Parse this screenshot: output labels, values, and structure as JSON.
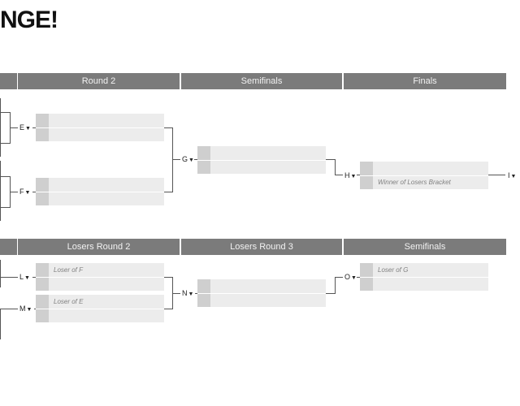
{
  "title": "NGE!",
  "winners_headers": [
    "Round 2",
    "Semifinals",
    "Finals"
  ],
  "losers_headers": [
    "Losers Round 2",
    "Losers Round 3",
    "Semifinals"
  ],
  "labels": {
    "E": "E",
    "F": "F",
    "G": "G",
    "H": "H",
    "I": "I",
    "L": "L",
    "M": "M",
    "N": "N",
    "O": "O"
  },
  "caret": "▼",
  "slots": {
    "winner_of_losers": "Winner of Losers Bracket",
    "loser_of_f": "Loser of F",
    "loser_of_e": "Loser of E",
    "loser_of_g": "Loser of G"
  }
}
